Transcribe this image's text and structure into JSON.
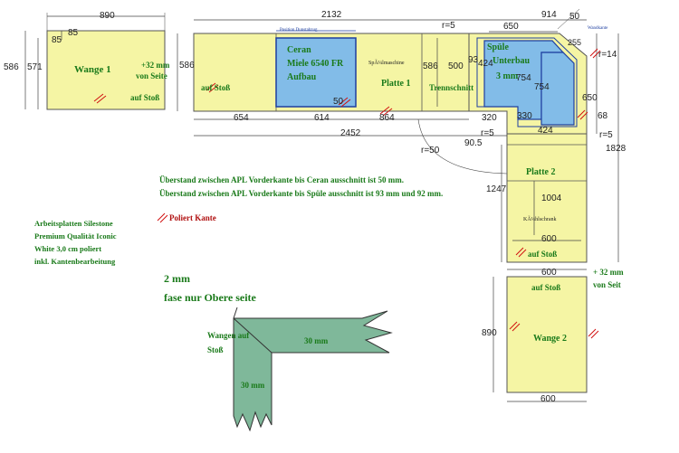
{
  "colors": {
    "panel": "#f5f5a4",
    "panel_border": "#555555",
    "cutout": "#82bce8",
    "cutout_border": "#1e3fa0",
    "fase": "#7fb89a",
    "text_green": "#1a7a1a",
    "text_red": "#b01010",
    "polish": "#d01010"
  },
  "wange1": {
    "label": "Wange 1",
    "note_top": "+32 mm",
    "note_top2": "von Seite",
    "note_bottom": "auf Stoß",
    "dim_width": "890",
    "dim_height_outer": "586",
    "dim_height_inner": "571",
    "dim_corner": "85",
    "dim_corner2": "85"
  },
  "platte1": {
    "label": "Platte 1",
    "stoss_label": "auf Stoß",
    "ceran_label": "Ceran",
    "ceran_model": "Miele 6540 FR",
    "ceran_mount": "Aufbau",
    "ceran_position": "Position Dunstabzug",
    "spuel_label": "SpÃ¼lmaschine",
    "trennschnitt": "Trennschnitt",
    "dim_top": "2132",
    "dim_r5_top": "r=5",
    "dim_height": "586",
    "dim_height_right": "586",
    "dim_500": "500",
    "dim_654": "654",
    "dim_614": "614",
    "dim_864": "864",
    "dim_320": "320",
    "dim_2452": "2452",
    "dim_r5_bottom": "r=5",
    "dim_r50": "r=50",
    "dim_905": "90.5",
    "dim_50": "50",
    "dim_93": "93"
  },
  "corner": {
    "spuele_label": "Spüle",
    "spuele_mount": "Unterbau",
    "spuele_mm": "3 mm",
    "dim_914": "914",
    "dim_650": "650",
    "dim_50_corner": "50",
    "dim_255": "255",
    "dim_424_a": "424",
    "dim_754_a": "754",
    "dim_754_b": "754",
    "dim_424_b": "424",
    "dim_330": "330",
    "dim_r14": "r=14",
    "dim_650_right": "650",
    "dim_r5": "r=5",
    "dim_68": "68",
    "dim_1828": "1828",
    "wandprofil": "Wandkante"
  },
  "platte2": {
    "label": "Platte 2",
    "kuehl": "KÃ¼hlschrank",
    "stoss_label": "auf Stoß",
    "dim_1247": "1247",
    "dim_1004": "1004",
    "dim_600_a": "600",
    "dim_600_b": "600"
  },
  "wange2": {
    "label": "Wange 2",
    "stoss_label": "auf Stoß",
    "note_top": "+ 32 mm",
    "note_top2": "von Seit",
    "dim_890": "890",
    "dim_600": "600"
  },
  "notes": {
    "line1": "Überstand zwischen APL Vorderkante bis Ceran ausschnitt ist 50 mm.",
    "line2": "Überstand zwischen APL Vorderkante bis Spüle ausschnitt ist 93 mm und 92 mm.",
    "polish_label": "Poliert Kante",
    "material_1": "Arbeitsplatten Silestone",
    "material_2": "Premium Qualität Iconic",
    "material_3": "White 3,0 cm poliert",
    "material_4": "inkl. Kantenbearbeitung"
  },
  "fase": {
    "title_1": "2 mm",
    "title_2": "fase nur Obere seite",
    "wangen_1": "Wangen auf",
    "wangen_2": "Stoß",
    "mm_h": "30 mm",
    "mm_v": "30 mm"
  }
}
